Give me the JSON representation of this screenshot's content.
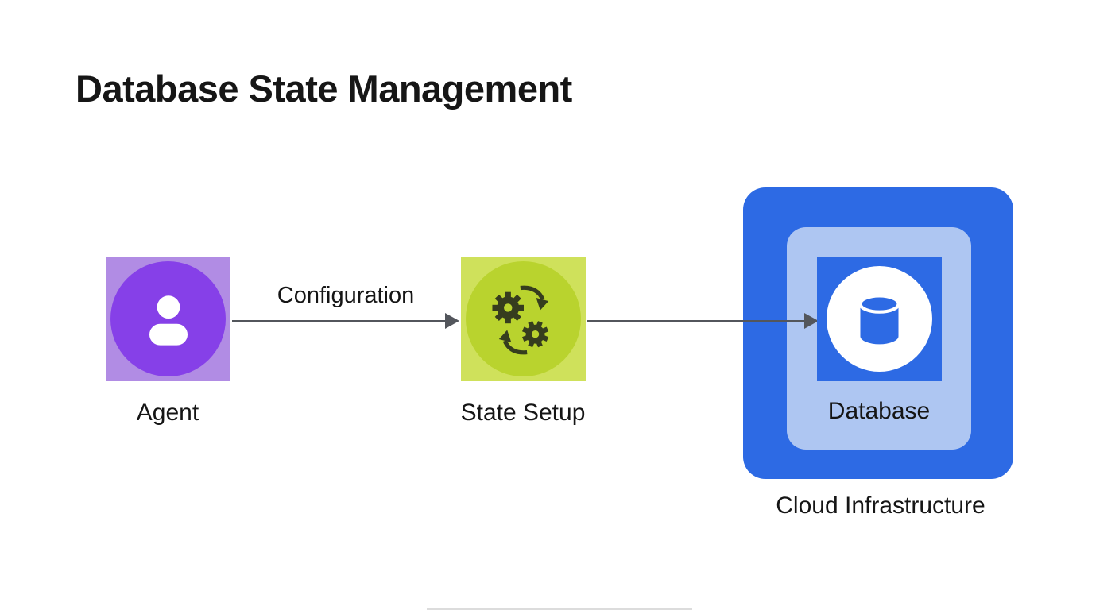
{
  "title": "Database State Management",
  "nodes": {
    "agent": {
      "label": "Agent",
      "icon": "user-icon"
    },
    "state_setup": {
      "label": "State Setup",
      "icon": "gears-sync-icon"
    },
    "database": {
      "label": "Database",
      "icon": "database-cylinder-icon"
    },
    "cloud": {
      "label": "Cloud Infrastructure"
    }
  },
  "edges": [
    {
      "from": "agent",
      "to": "state_setup",
      "label": "Configuration"
    },
    {
      "from": "state_setup",
      "to": "database",
      "label": ""
    }
  ],
  "colors": {
    "agent_square": "#B18CE4",
    "agent_circle": "#8640E8",
    "setup_square": "#CFE15B",
    "setup_circle": "#B9D32E",
    "gear_color": "#363D1E",
    "blue": "#2D6AE4",
    "light_blue": "#AEC6F2",
    "arrow": "#53565C",
    "text": "#151515",
    "bg": "#FFFFFF"
  }
}
